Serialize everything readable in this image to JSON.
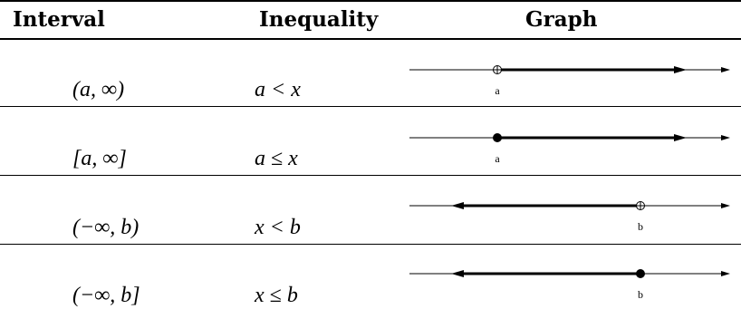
{
  "header": {
    "interval": "Interval",
    "inequality": "Inequality",
    "graph": "Graph"
  },
  "rows": [
    {
      "interval": "(a, ∞)",
      "inequality": "a < x",
      "graph": {
        "point_label": "a",
        "endpoint": "open",
        "direction": "right"
      }
    },
    {
      "interval": "[a, ∞]",
      "inequality": "a ≤ x",
      "graph": {
        "point_label": "a",
        "endpoint": "closed",
        "direction": "right"
      }
    },
    {
      "interval": "(−∞, b)",
      "inequality": "x < b",
      "graph": {
        "point_label": "b",
        "endpoint": "open",
        "direction": "left"
      }
    },
    {
      "interval": "(−∞, b]",
      "inequality": "x ≤ b",
      "graph": {
        "point_label": "b",
        "endpoint": "closed",
        "direction": "left"
      }
    }
  ]
}
